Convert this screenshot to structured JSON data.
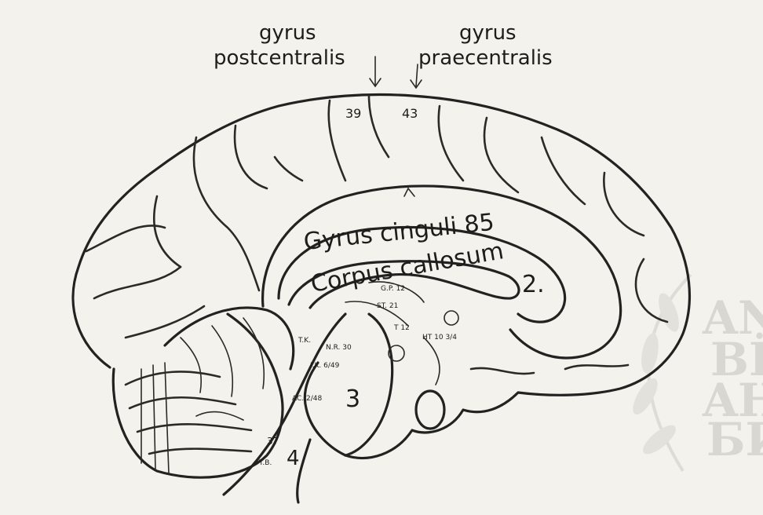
{
  "labels": {
    "top_left_line1": "gyrus",
    "top_left_line2": "postcentralis",
    "top_right_line1": "gyrus",
    "top_right_line2": "praecentralis",
    "gyrus_cinguli": "Gyrus cinguli 85",
    "corpus_callosum": "Corpus callosum",
    "num_39": "39",
    "num_43": "43",
    "num_2": "2.",
    "num_3": "3",
    "num_4": "4",
    "num_37": "37",
    "small_gp": "G.P. 12",
    "small_st": "ST. 21",
    "small_t": "T 12",
    "small_ht": "HT 10 3/4",
    "small_tk": "T.K.",
    "small_np": "N.R. 30",
    "small_ik": "I.K. 6/49",
    "small_ac": "AC. 2/48",
    "small_tb": "T.B."
  },
  "watermark": {
    "line1": "AN",
    "line2": "Bİ",
    "line3": "AH",
    "line4": "БИ"
  },
  "colors": {
    "ink": "#1d1d1b",
    "paper": "#f3f2ed",
    "watermark": "#d8d7d2"
  }
}
